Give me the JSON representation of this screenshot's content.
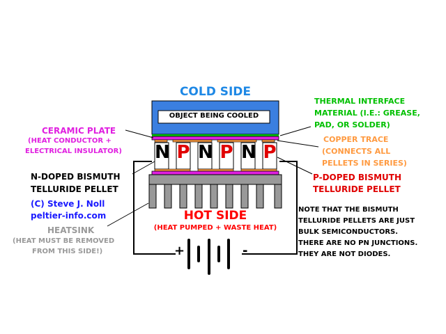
{
  "labels": {
    "cold_side": "COLD SIDE",
    "object_being_cooled": "OBJECT BEING COOLED",
    "tim_line1": "THERMAL INTERFACE",
    "tim_line2": "MATERIAL (I.E.: GREASE,",
    "tim_line3": "PAD, OR SOLDER)",
    "ceramic_line1": "CERAMIC PLATE",
    "ceramic_line2": "(HEAT CONDUCTOR +",
    "ceramic_line3": "ELECTRICAL INSULATOR)",
    "copper_line1": "COPPER TRACE",
    "copper_line2": "(CONNECTS ALL",
    "copper_line3": "PELLETS IN SERIES)",
    "ndoped_line1": "N-DOPED BISMUTH",
    "ndoped_line2": "TELLURIDE PELLET",
    "pdoped_line1": "P-DOPED BISMUTH",
    "pdoped_line2": "TELLURIDE PELLET",
    "copyright": "(C) Steve J. Noll",
    "website": "peltier-info.com",
    "heatsink": "HEATSINK",
    "heatsink_note_line1": "(HEAT MUST BE REMOVED",
    "heatsink_note_line2": "FROM THIS SIDE!)",
    "hot_side": "HOT SIDE",
    "hot_side_sub": "(HEAT PUMPED + WASTE HEAT)",
    "note_line1": "NOTE THAT THE BISMUTH",
    "note_line2": "TELLURIDE PELLETS ARE JUST",
    "note_line3": "BULK SEMICONDUCTORS.",
    "note_line4": "THERE ARE NO PN JUNCTIONS.",
    "note_line5": "THEY ARE NOT DIODES.",
    "battery_plus": "+",
    "battery_minus": "-"
  },
  "pellets": [
    "N",
    "P",
    "N",
    "P",
    "N",
    "P"
  ],
  "colors": {
    "cold_block": "#3b7fe0",
    "cold_text": "#1e88e5",
    "tim": "#00c000",
    "ceramic": "#e020e0",
    "copper": "#ff9a40",
    "p_pellet": "#e00000",
    "heatsink": "#999999",
    "hot_text": "#ff0000",
    "link_blue": "#1a1aff"
  }
}
